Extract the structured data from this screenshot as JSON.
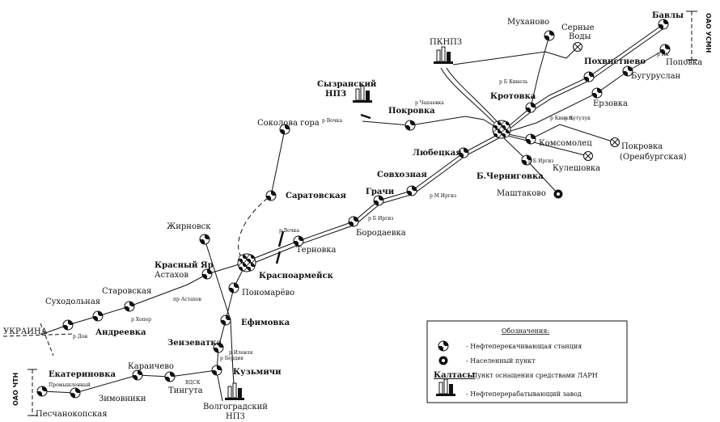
{
  "colors": {
    "ink": "#111111",
    "paper": "#ffffff"
  },
  "labels": {
    "bavly": "Бавлы",
    "mukhanovo": "Муханово",
    "sernye1": "Серные",
    "sernye2": "Воды",
    "pknpz": "ПКНПЗ",
    "pokhvistnevo": "Похвистнево",
    "popovka": "Поповка",
    "buguruslan": "Бугуруслан",
    "syzran1": "Сызранский",
    "syzran2": "НПЗ",
    "pokrovka": "Покровка",
    "kротовка": "Кротовка",
    "eruslovka": "Ерзовка",
    "komsomolets": "Комсомолец",
    "pokrovka_or1": "Покровка",
    "pokrovka_or2": "(Оренбургская)",
    "sokolova": "Соколова гора",
    "lyubetskaya": "Любецкая",
    "kuleshovka": "Кулешовка",
    "sovkhoznaya": "Совхозная",
    "b_cherigovka": "Б.Черниговка",
    "mashtakovo": "Маштаково",
    "saratovskaya": "Саратовская",
    "grachi": "Грачи",
    "borodaevka": "Бородаевка",
    "zhirnovsk": "Жирновск",
    "ternovka": "Терновка",
    "krasny_yar": "Красный Яр",
    "astakhov": "Астахов",
    "krasnoarmeysk": "Красноармейск",
    "ponomarevo": "Пономарёво",
    "sukhodolnaya": "Суходольная",
    "starorovskaya": "Старовская",
    "andreevka": "Андреевка",
    "efimovka": "Ефимовка",
    "ukraina": "УКРАИНА",
    "zenzevatka": "Зензеватка",
    "karanchevo": "Караичево",
    "kuzmichi": "Кузьмичи",
    "ekaterinovka": "Екатериновка",
    "tingutа": "Тингута",
    "zimovniki": "Зимовники",
    "volgograd1": "Волгоградский",
    "volgograd2": "НПЗ",
    "peschanokop": "Песчанокопская",
    "vdsk": "ВДСК",
    "promyshl": "Промышленный",
    "oao_usmn": "ОАО УСМН",
    "oao_chtn": "ОАО ЧТН"
  },
  "rivers": {
    "chapaevka": "р Чапаевка",
    "bolshoy_kinel": "р Б Кинель",
    "vocha1": "р Вочка",
    "kinel": "р Кинель",
    "b_irgiz1": "р Б Иргиз",
    "kutuluk": "р Кутулук",
    "m_irgiz": "р М Иргиз",
    "b_irgiz2": "р Б Иргиз",
    "vocha2": "р Вочка",
    "astakhov_r": "пр Астахов",
    "khoper": "р Хопер",
    "don": "р Дон",
    "ik": "р Ик",
    "berdia": "р Бердия",
    "ilovlya": "р Иловля"
  },
  "legend": {
    "title": "Обозначения:",
    "station": "- Нефтеперекачивающая станция",
    "settlement": "- Населенный пункт",
    "larn_sample": "Калтасы",
    "larn": "- Пункт оснащения средствами ЛАРН",
    "refinery": "- Нефтеперерабатывающий завод"
  }
}
